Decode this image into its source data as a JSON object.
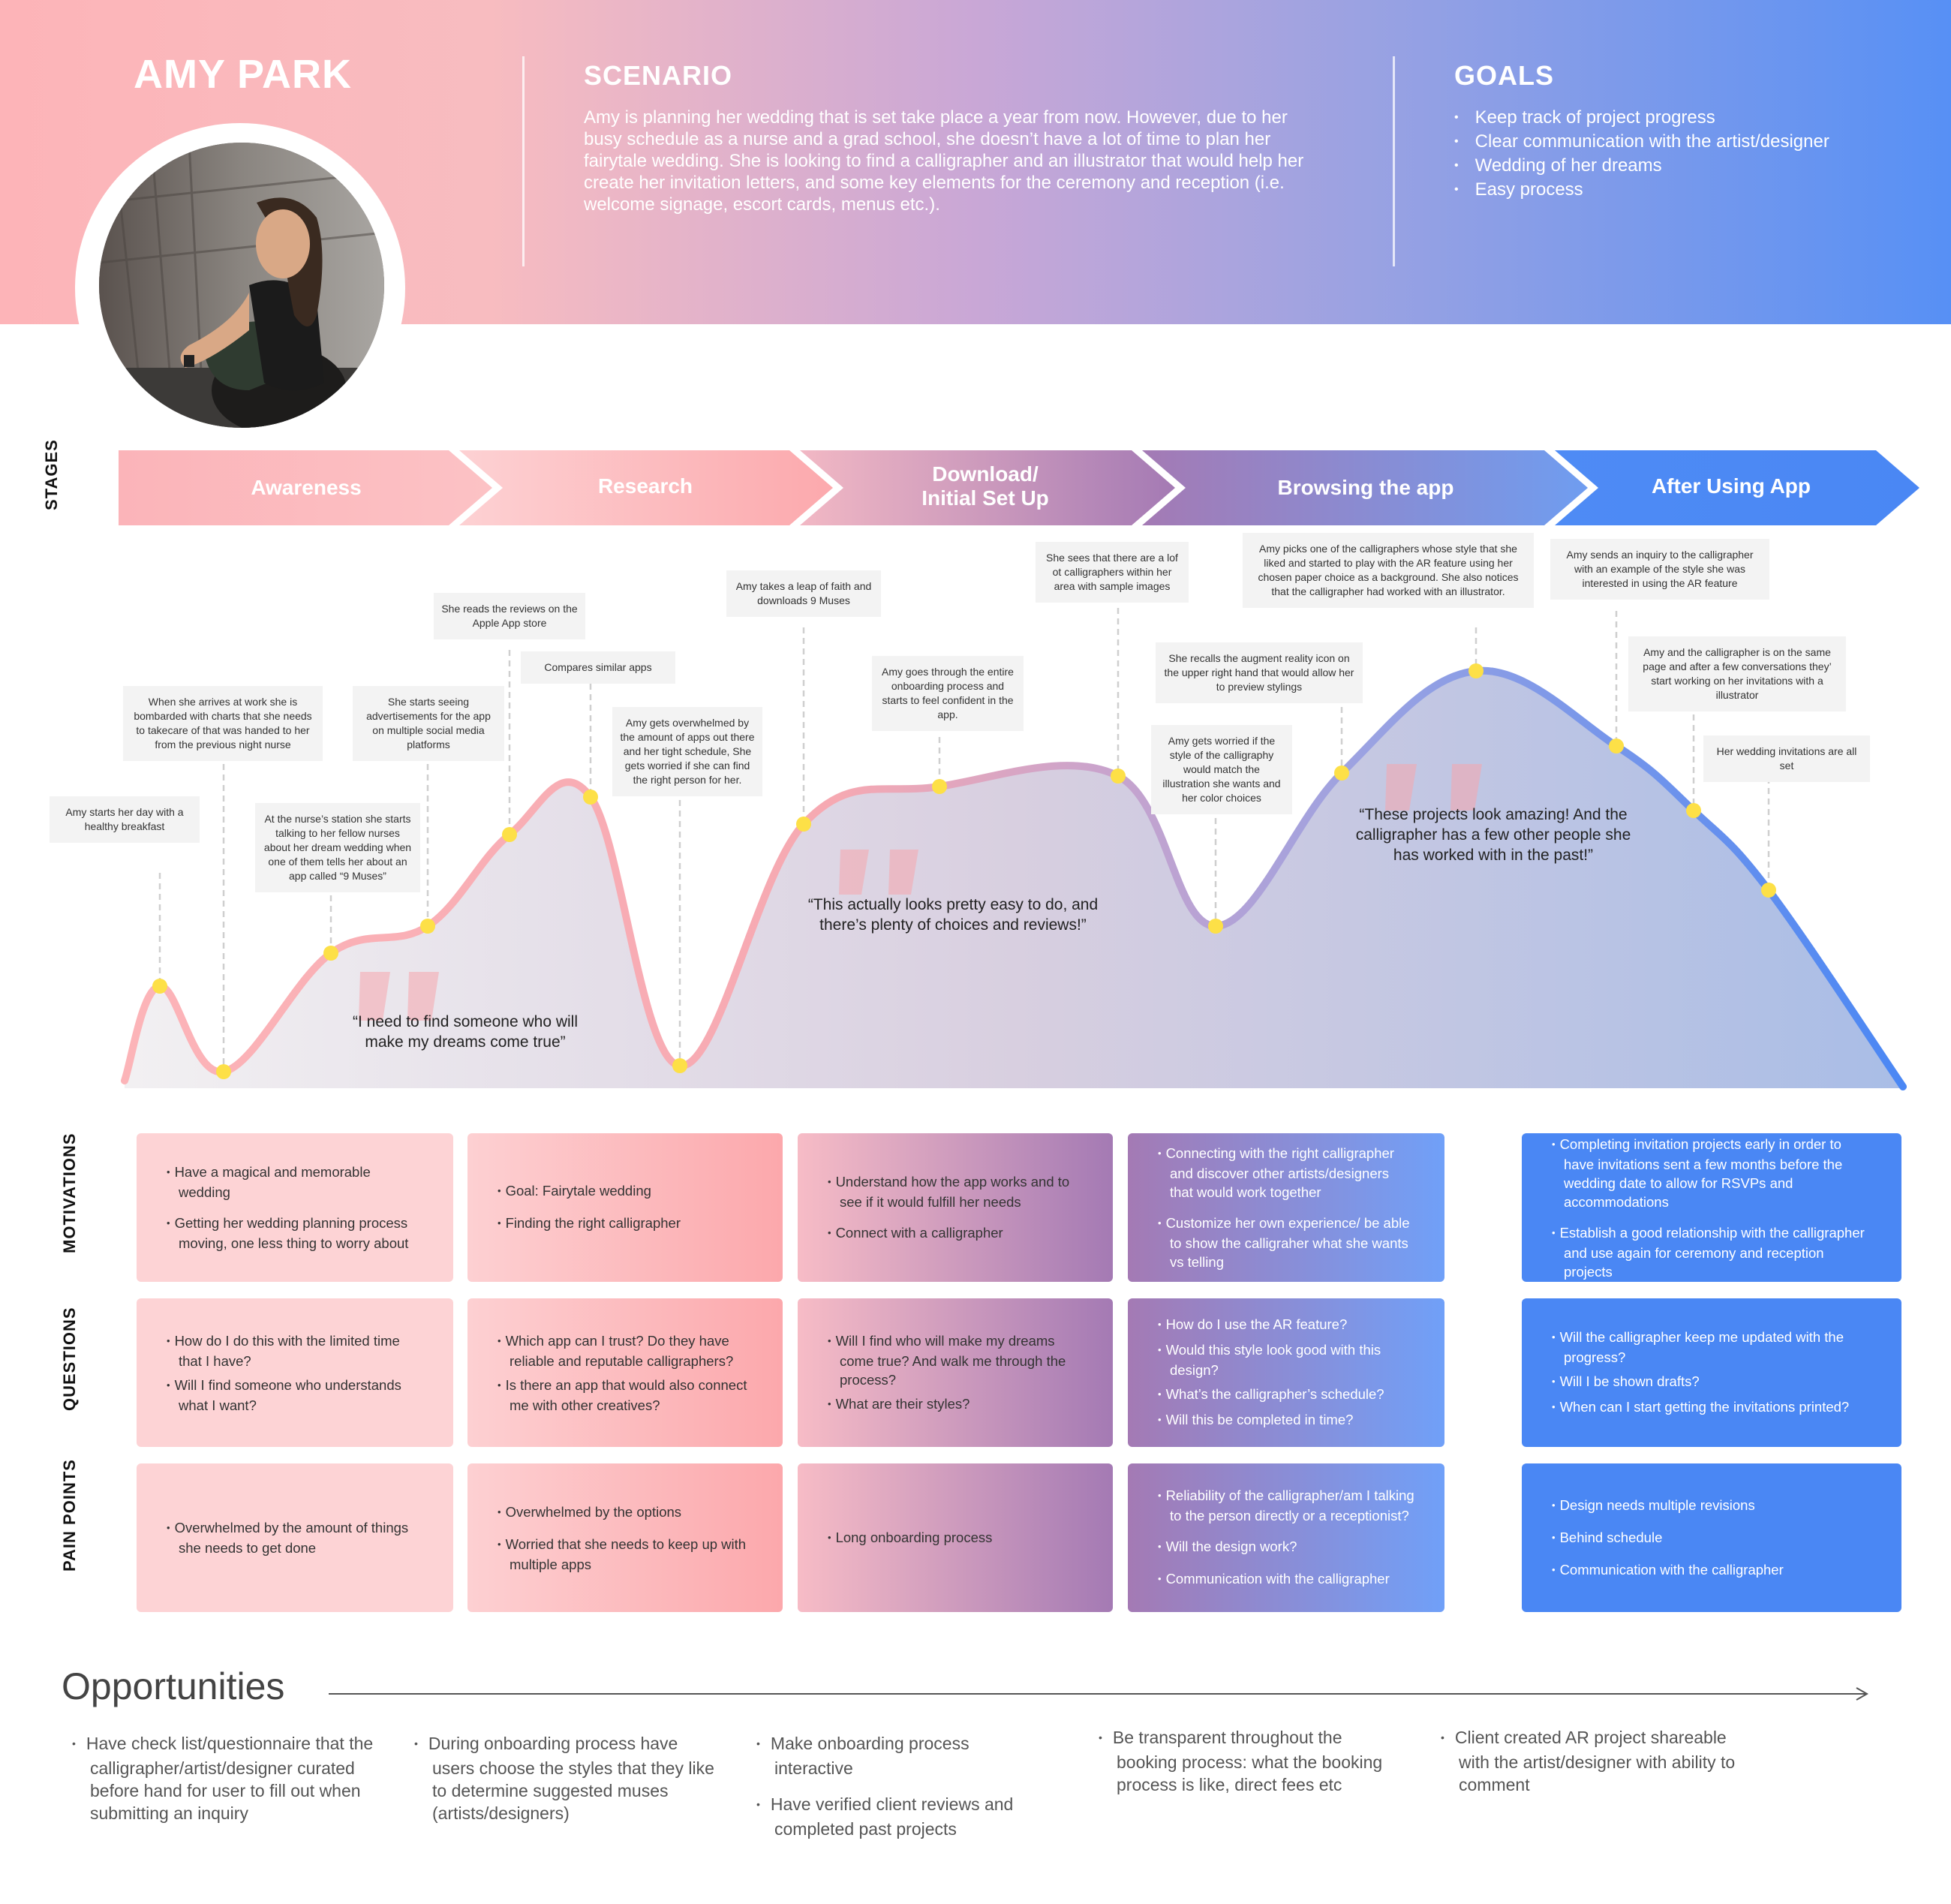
{
  "persona": {
    "name": "AMY PARK",
    "scenario_title": "SCENARIO",
    "scenario_text": "Amy is planning her wedding that is set take place a year from now. However, due to her busy schedule as a nurse and a grad school, she doesn’t have a lot of time to plan her fairytale wedding. She is looking to find a calligrapher and an illustrator that would help her create her invitation letters, and some key elements for the ceremony and reception (i.e. welcome signage, escort cards, menus etc.).",
    "goals_title": "GOALS",
    "goals": [
      "Keep track of project progress",
      "Clear communication with the artist/designer",
      "Wedding of her dreams",
      "Easy process"
    ]
  },
  "row_labels": {
    "stages": "STAGES",
    "motivations": "MOTIVATIONS",
    "questions": "QUESTIONS",
    "pain_points": "PAIN POINTS"
  },
  "stages": [
    "Awareness",
    "Research",
    "Download/\nInitial Set Up",
    "Browsing the app",
    "After Using App"
  ],
  "journey_points": [
    {
      "text": "Amy starts her day with a healthy breakfast",
      "level": 0.63
    },
    {
      "text": "When she arrives at work she is bombarded with charts that she needs to takecare of that was handed to her from the previous night nurse",
      "level": 0.06
    },
    {
      "text": "At the nurse’s station she starts talking to her fellow nurses about her dream wedding when one of them tells her about an app called “9 Muses”",
      "level": 0.85
    },
    {
      "text": "She starts seeing advertisements for the app on multiple social media platforms",
      "level": 1.03
    },
    {
      "text": "She reads the reviews on the Apple App store",
      "level": 1.64
    },
    {
      "text": "Compares similar apps",
      "level": 1.89
    },
    {
      "text": "Amy gets overwhelmed by the amount of apps out there and her tight schedule, She gets worried if she can find the right person for her.",
      "level": 0.1
    },
    {
      "text": "Amy takes a leap of faith and downloads 9 Muses",
      "level": 1.71
    },
    {
      "text": "Amy goes through the entire onboarding process and starts to feel confident in the app.",
      "level": 1.96
    },
    {
      "text": "She  sees that there are a lof ot calligraphers within her area with sample images",
      "level": 2.03
    },
    {
      "text": "Amy gets worried if the style of the calligraphy would match the illustration she wants and her color choices",
      "level": 1.03
    },
    {
      "text": "She recalls the augment reality icon on the upper right hand that would allow her to preview stylings",
      "level": 2.05
    },
    {
      "text": "Amy picks one of the calligraphers whose style that she liked and started to play with the AR feature using her chosen paper choice as a background. She also notices that the calligrapher had worked with an illustrator.",
      "level": 2.73
    },
    {
      "text": "Amy sends an inquiry to the calligrapher with an example of the style she was interested in using the AR feature",
      "level": 2.23
    },
    {
      "text": "Amy and the calligrapher is on the same page and after a few conversations they’ start working on her invitations with a illustrator",
      "level": 1.8
    },
    {
      "text": "Her wedding invitations are all set",
      "level": 1.27
    }
  ],
  "quotes": [
    "“I need to find someone who will make my dreams come true”",
    "“This actually looks pretty easy to do, and there’s plenty of choices and reviews!”",
    "“These projects look amazing! And the calligrapher has a few other people she has worked with in the past!”"
  ],
  "motivations": [
    [
      "Have a magical and memorable wedding",
      "Getting her wedding planning process moving, one less thing to worry about"
    ],
    [
      "Goal: Fairytale wedding",
      "Finding the right calligrapher"
    ],
    [
      "Understand how the app works and to see if it would fulfill her needs",
      "Connect with a calligrapher"
    ],
    [
      "Connecting with the right calligrapher and discover other artists/designers that would work together",
      "Customize her own experience/ be able to show the calligraher what she wants vs telling"
    ],
    [
      "Completing invitation projects early in order to have invitations sent a few months before the wedding date to allow for RSVPs and accommodations",
      "Establish a good relationship with the calligrapher and use again for ceremony and reception projects"
    ]
  ],
  "questions": [
    [
      "How do I do this with the limited time that I have?",
      "Will I find someone who understands what I want?"
    ],
    [
      "Which app can I trust? Do they have reliable and reputable calligraphers?",
      "Is there an app that would also connect me with other creatives?"
    ],
    [
      "Will I find who will make my dreams come true? And walk me through the process?",
      "What are their styles?"
    ],
    [
      "How do I use the AR feature?",
      "Would this style look good with this design?",
      "What’s the calligrapher’s schedule?",
      "Will this be completed in time?"
    ],
    [
      "Will the calligrapher keep me updated with the progress?",
      "Will I be shown drafts?",
      "When can I start getting the invitations printed?"
    ]
  ],
  "pain_points": [
    [
      "Overwhelmed by the amount of things she needs to get done"
    ],
    [
      "Overwhelmed by the options",
      "Worried that she needs to keep up with multiple apps"
    ],
    [
      "Long onboarding process"
    ],
    [
      "Reliability of the calligrapher/am I talking to the person directly or a receptionist?",
      "Will the design work?",
      "Communication with the calligrapher"
    ],
    [
      "Design needs multiple revisions",
      "Behind schedule",
      "Communication with the calligrapher"
    ]
  ],
  "opportunities": {
    "title": "Opportunities",
    "columns": [
      [
        "Have check list/questionnaire that the calligrapher/artist/designer curated before hand  for user to fill out when submitting an inquiry"
      ],
      [
        "During onboarding process have users choose the styles that they like to determine suggested muses (artists/designers)"
      ],
      [
        "Make onboarding process interactive",
        "Have verified client reviews and completed past projects"
      ],
      [
        "Be transparent throughout the booking process: what the booking process is like, direct fees etc"
      ],
      [
        "Client created AR project shareable with the artist/designer with ability to comment"
      ]
    ]
  },
  "colors": {
    "pink": "#fdb4b8",
    "mauve": "#a57ab5",
    "blue": "#4a87f4",
    "dot": "#fde047"
  }
}
